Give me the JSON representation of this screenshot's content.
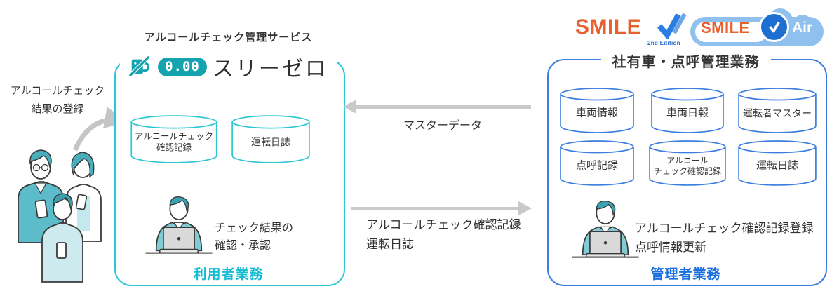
{
  "left_area": {
    "registration_note": {
      "line1": "アルコールチェック",
      "line2": "結果の登録"
    }
  },
  "service_panel": {
    "heading": "アルコールチェック管理サービス",
    "logo": {
      "icon": "no-alcohol-breathalyzer-icon",
      "reading": "0.00",
      "product_name": "スリーゼロ"
    },
    "databases": [
      {
        "line1": "アルコールチェック",
        "line2": "確認記録"
      },
      {
        "line1": "運転日誌"
      }
    ],
    "task": {
      "line1": "チェック結果の",
      "line2": "確認・承認"
    },
    "role_label": "利用者業務",
    "accent_color": "#2cc7d4",
    "role_color": "#17bcd4"
  },
  "flows": {
    "master_data": {
      "direction": "right-to-left",
      "label": "マスターデータ"
    },
    "check_records": {
      "direction": "left-to-right",
      "line1": "アルコールチェック確認記録",
      "line2": "運転日誌"
    }
  },
  "smile_panel": {
    "logos": {
      "smile_v": {
        "brand": "SMILE",
        "check_icon": "double-check-icon",
        "edition": "2nd Edition"
      },
      "smile_v_air": {
        "brand": "SMILE",
        "check_icon": "check-circle-icon",
        "suffix": "Air"
      }
    },
    "heading": "社有車・点呼管理業務",
    "databases_row1": [
      {
        "line1": "車両情報"
      },
      {
        "line1": "車両日報"
      },
      {
        "line1": "運転者マスター"
      }
    ],
    "databases_row2": [
      {
        "line1": "点呼記録"
      },
      {
        "line1": "アルコール",
        "line2": "チェック確認記録"
      },
      {
        "line1": "運転日誌"
      }
    ],
    "task": {
      "line1": "アルコールチェック確認記録登録",
      "line2": "点呼情報更新"
    },
    "role_label": "管理者業務",
    "accent_color": "#3c7ee0",
    "role_color": "#1a6fe0",
    "brand_orange": "#e8612d"
  },
  "arrows_color": "#c9c9c9"
}
